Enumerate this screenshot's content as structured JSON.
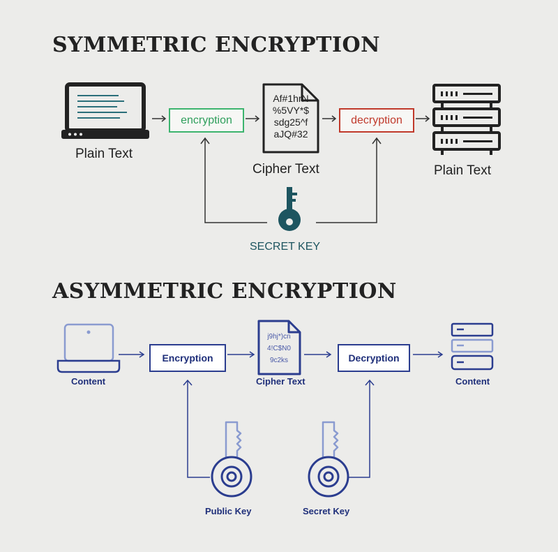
{
  "symmetric": {
    "title": "SYMMETRIC ENCRYPTION",
    "plain_text_left": "Plain Text",
    "encryption": "encryption",
    "cipher_lines": [
      "Af#1hrN",
      "%5VY*$",
      "sdg25^f",
      "aJQ#32"
    ],
    "cipher_text": "Cipher Text",
    "decryption": "decryption",
    "plain_text_right": "Plain Text",
    "secret_key": "SECRET KEY"
  },
  "asymmetric": {
    "title": "ASYMMETRIC ENCRYPTION",
    "content_left": "Content",
    "encryption": "Encryption",
    "cipher_lines": [
      "j9hj*)cn",
      "4!C$N0",
      "9c2ks"
    ],
    "cipher_text": "Cipher Text",
    "decryption": "Decryption",
    "content_right": "Content",
    "public_key": "Public Key",
    "secret_key": "Secret Key"
  },
  "colors": {
    "dark": "#222222",
    "key_teal": "#1d5560",
    "green": "#3cb46e",
    "red": "#c0392b",
    "navy": "#2b3d8f",
    "light_blue": "#8a9bd0"
  }
}
